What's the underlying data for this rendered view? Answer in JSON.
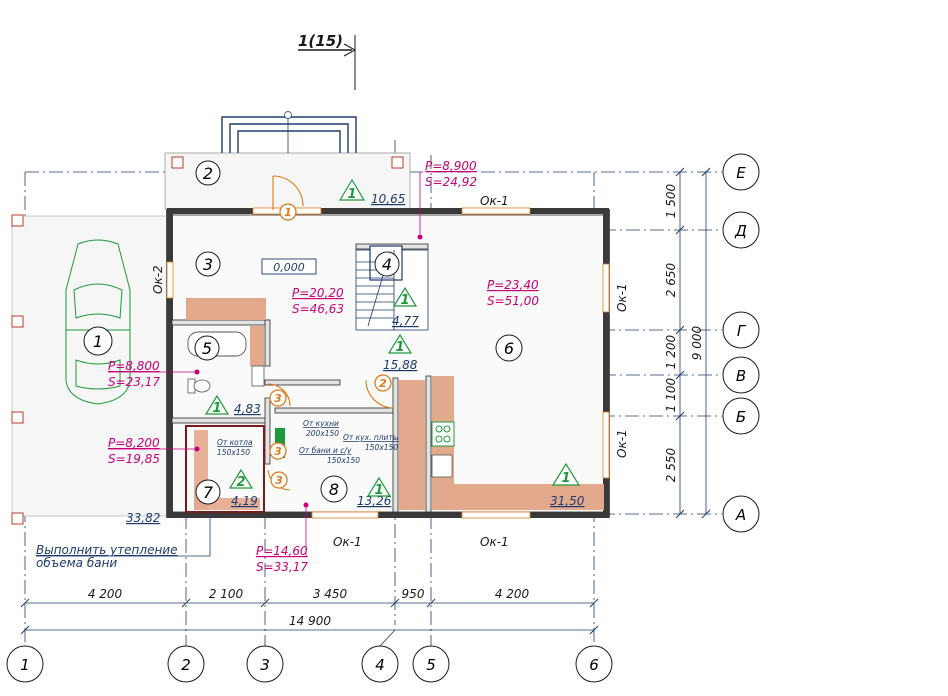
{
  "section_mark": "1(15)",
  "axes_letters": [
    "Е",
    "Д",
    "Г",
    "В",
    "Б",
    "А"
  ],
  "axes_numbers": [
    "1",
    "2",
    "3",
    "4",
    "5",
    "6"
  ],
  "room_numbers": [
    "2",
    "3",
    "4",
    "1",
    "5",
    "6",
    "7",
    "8"
  ],
  "level_mark": "0,000",
  "areas": {
    "a1": "10,65",
    "a2": "4,77",
    "a3": "15,88",
    "a4": "4,83",
    "a5": "4,19",
    "a6": "13,26",
    "a7": "31,50",
    "a8": "33,82"
  },
  "triangles": {
    "t1": "1",
    "t2": "1",
    "t3": "1",
    "t4": "1",
    "t5": "2",
    "t6": "1",
    "t7": "1"
  },
  "door_marks": {
    "d1": "1",
    "d2": "2",
    "d3": "3",
    "d4": "3",
    "d5": "3"
  },
  "p_s_labels": {
    "ps1_p": "P=8,900",
    "ps1_s": "S=24,92",
    "ps2_p": "P=20,20",
    "ps2_s": "S=46,63",
    "ps3_p": "P=23,40",
    "ps3_s": "S=51,00",
    "ps4_p": "P=8,800",
    "ps4_s": "S=23,17",
    "ps5_p": "P=8,200",
    "ps5_s": "S=19,85",
    "ps6_p": "P=14,60",
    "ps6_s": "S=33,17"
  },
  "windows": {
    "w_top": "Ок-1",
    "w_left": "Ок-2",
    "w_right1": "Ок-1",
    "w_right2": "Ок-1",
    "w_bot1": "Ок-1",
    "w_bot2": "Ок-1"
  },
  "vent_notes": {
    "n1": "От котла",
    "n1b": "150х150",
    "n2": "От кухни",
    "n2b": "200х150",
    "n3": "От кух. плиты",
    "n3b": "150х150",
    "n4": "От бани и с/у",
    "n4b": "150х150"
  },
  "note": {
    "line1": "Выполнить утепление",
    "line2": "объема бани"
  },
  "dims_bottom": [
    "4 200",
    "2 100",
    "3 450",
    "950",
    "4 200"
  ],
  "dim_total_bottom": "14 900",
  "dims_right": [
    "1 500",
    "2 650",
    "1 200",
    "1 100",
    "2 550"
  ],
  "dim_total_right": "9 000"
}
